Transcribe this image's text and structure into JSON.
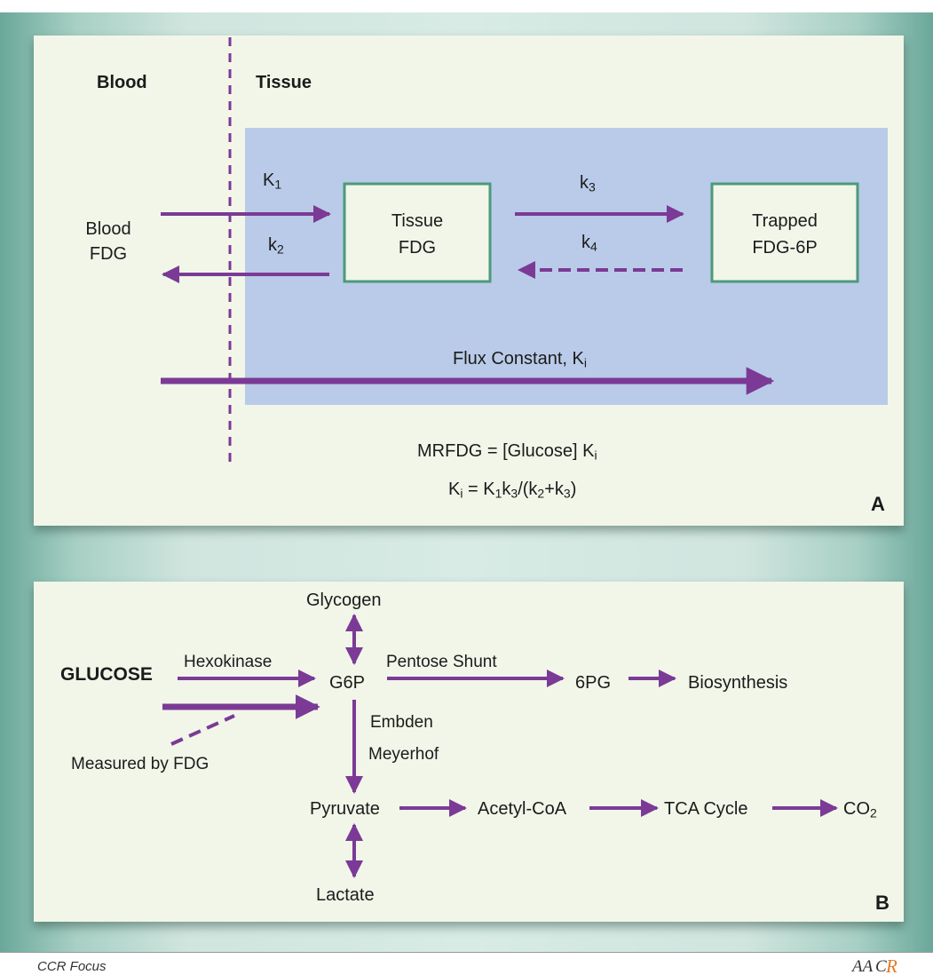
{
  "panel_a": {
    "label": "A",
    "blood_header": "Blood",
    "tissue_header": "Tissue",
    "blood_fdg": "Blood\nFDG",
    "tissue_fdg": "Tissue\nFDG",
    "trapped_fdg": "Trapped\nFDG-6P",
    "k1": {
      "base": "K",
      "sub": "1"
    },
    "k2": {
      "base": "k",
      "sub": "2"
    },
    "k3": {
      "base": "k",
      "sub": "3"
    },
    "k4": {
      "base": "k",
      "sub": "4"
    },
    "flux": {
      "base": "Flux Constant, K",
      "sub": "i"
    },
    "eq1": {
      "base": "MRFDG = [Glucose] K",
      "sub": "i"
    },
    "eq2": {
      "p1": "K",
      "s1": "i",
      "p2": " = K",
      "s2": "1",
      "p3": "k",
      "s3": "3",
      "p4": "/(k",
      "s4": "2",
      "p5": "+k",
      "s5": "3",
      "p6": ")"
    },
    "colors": {
      "arrow": "#7b3a95",
      "tissue_region": "#b9cbe8",
      "box_border": "#4c9a7a",
      "panel_bg": "#f1f6e9"
    }
  },
  "panel_b": {
    "label": "B",
    "glucose": "GLUCOSE",
    "hexokinase": "Hexokinase",
    "g6p": "G6P",
    "glycogen": "Glycogen",
    "pentose_shunt": "Pentose Shunt",
    "sixpg": "6PG",
    "biosynthesis": "Biosynthesis",
    "embden": "Embden",
    "meyerhof": "Meyerhof",
    "measured": "Measured by FDG",
    "pyruvate": "Pyruvate",
    "acetyl": "Acetyl-CoA",
    "tca": "TCA Cycle",
    "co2": {
      "base": "CO",
      "sub": "2"
    },
    "lactate": "Lactate"
  },
  "footer": {
    "journal": "CCR Focus",
    "logo_text": "AACR"
  }
}
